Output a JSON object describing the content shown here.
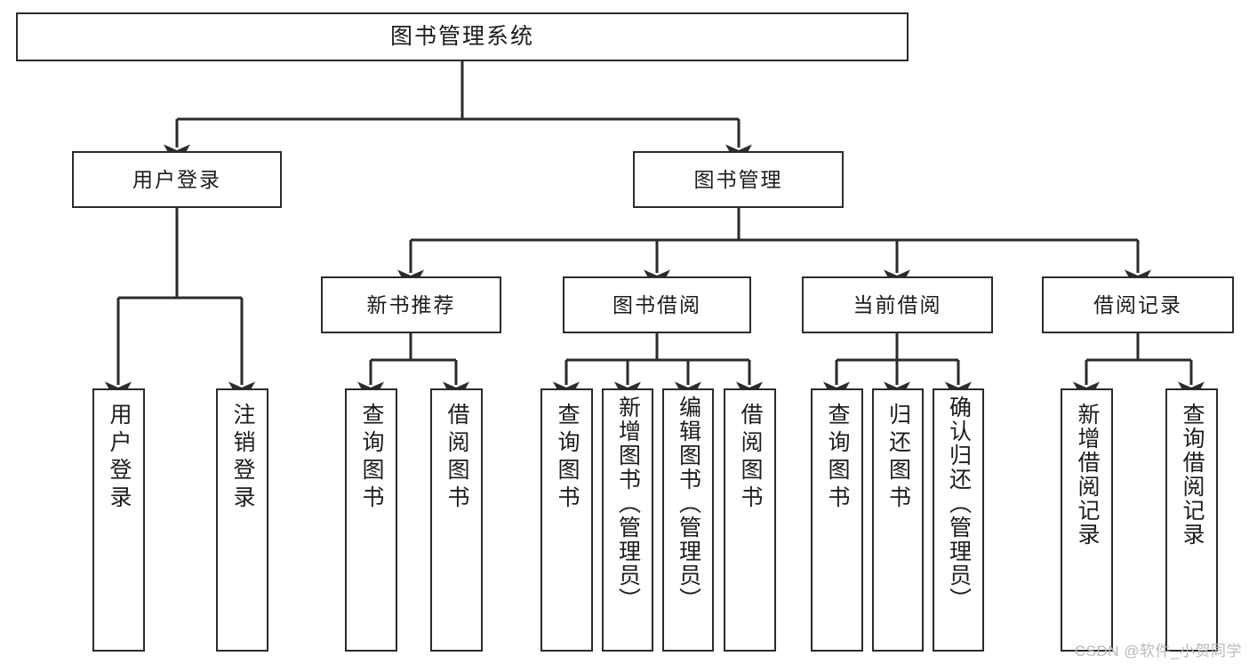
{
  "diagram": {
    "title": "图书管理系统",
    "type": "tree",
    "root": {
      "id": "root",
      "label": "图书管理系统"
    },
    "level2": [
      {
        "id": "user-login",
        "label": "用户登录"
      },
      {
        "id": "book-manage",
        "label": "图书管理"
      }
    ],
    "level3": [
      {
        "id": "new-book-rec",
        "label": "新书推荐",
        "parent": "book-manage"
      },
      {
        "id": "book-borrow",
        "label": "图书借阅",
        "parent": "book-manage"
      },
      {
        "id": "current-borrow",
        "label": "当前借阅",
        "parent": "book-manage"
      },
      {
        "id": "borrow-record",
        "label": "借阅记录",
        "parent": "book-manage"
      }
    ],
    "leaves": [
      {
        "id": "leaf-user-login",
        "label": "用户登录",
        "parent": "user-login"
      },
      {
        "id": "leaf-user-logout",
        "label": "注销登录",
        "parent": "user-login"
      },
      {
        "id": "leaf-query-book-1",
        "label": "查询图书",
        "parent": "new-book-rec"
      },
      {
        "id": "leaf-borrow-book-1",
        "label": "借阅图书",
        "parent": "new-book-rec"
      },
      {
        "id": "leaf-query-book-2",
        "label": "查询图书",
        "parent": "book-borrow"
      },
      {
        "id": "leaf-add-book",
        "label": "新增图书（管理员）",
        "parent": "book-borrow"
      },
      {
        "id": "leaf-edit-book",
        "label": "编辑图书（管理员）",
        "parent": "book-borrow"
      },
      {
        "id": "leaf-borrow-book-2",
        "label": "借阅图书",
        "parent": "book-borrow"
      },
      {
        "id": "leaf-query-book-3",
        "label": "查询图书",
        "parent": "current-borrow"
      },
      {
        "id": "leaf-return-book",
        "label": "归还图书",
        "parent": "current-borrow"
      },
      {
        "id": "leaf-confirm-return",
        "label": "确认归还（管理员）",
        "parent": "current-borrow"
      },
      {
        "id": "leaf-add-record",
        "label": "新增借阅记录",
        "parent": "borrow-record"
      },
      {
        "id": "leaf-query-record",
        "label": "查询借阅记录",
        "parent": "borrow-record"
      }
    ]
  },
  "watermark": {
    "text": "CSDN @软件_小贺同学"
  },
  "colors": {
    "stroke": "#2b2b2b",
    "fill": "#ffffff",
    "text": "#1c1c1c",
    "watermark": "#b9b9b9"
  }
}
